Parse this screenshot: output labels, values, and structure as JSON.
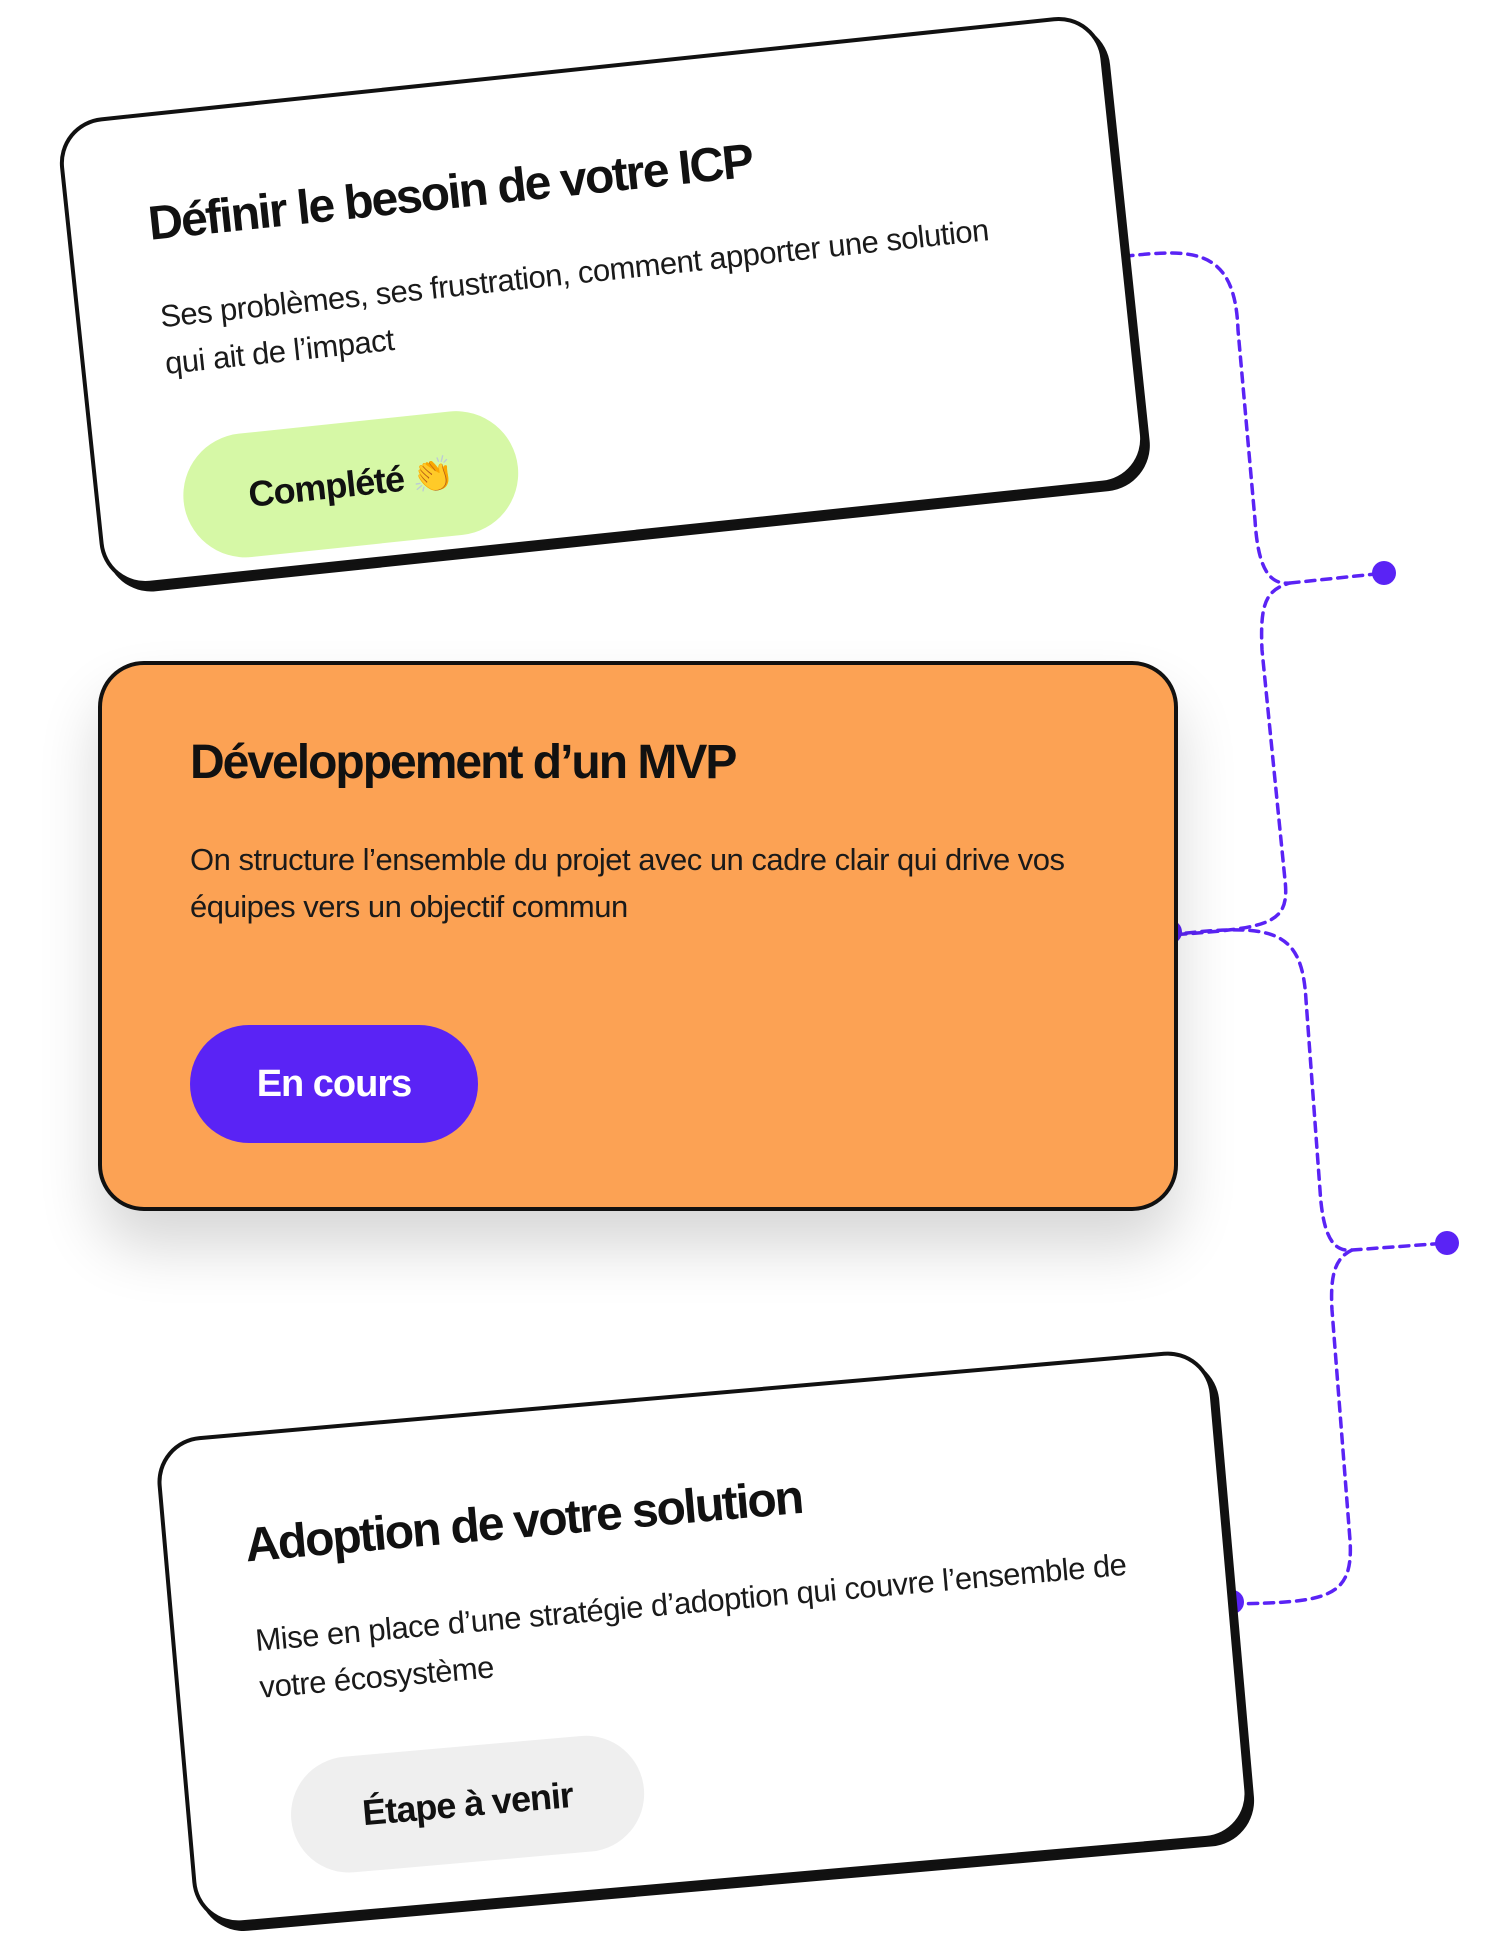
{
  "colors": {
    "connector": "#5a23f5",
    "completed_pill": "#d6f8a6",
    "in_progress_pill": "#5a23f5",
    "upcoming_pill": "#efefef",
    "active_card": "#fca254"
  },
  "steps": [
    {
      "title": "Définir le besoin de votre ICP",
      "description": "Ses problèmes, ses frustration, comment apporter une solution qui ait de l’impact",
      "status": "Complété",
      "status_icon": "clapping-hands-icon"
    },
    {
      "title": "Développement d’un MVP",
      "description": "On structure l’ensemble du projet avec un cadre clair qui drive vos équipes vers un objectif commun",
      "status": "En cours"
    },
    {
      "title": "Adoption de votre solution",
      "description": "Mise en place d’une stratégie d’adoption qui couvre l’ensemble de votre écosystème",
      "status": "Étape à venir"
    }
  ]
}
